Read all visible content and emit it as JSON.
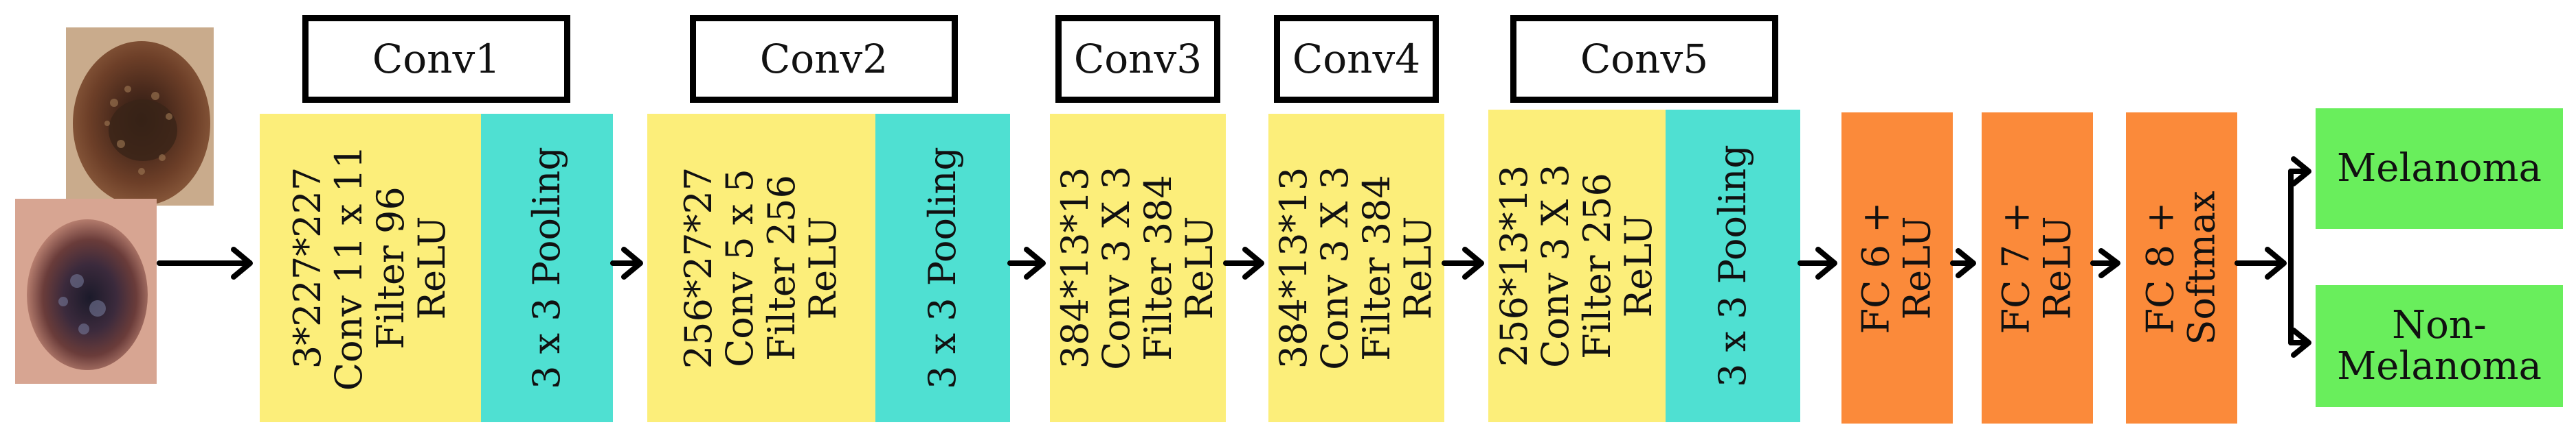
{
  "stages": {
    "conv1": {
      "title": "Conv1",
      "lines": [
        "3*227*227",
        "Conv 11 x 11",
        "Filter 96",
        "ReLU"
      ]
    },
    "pool1": {
      "label": "3 x 3 Pooling"
    },
    "conv2": {
      "title": "Conv2",
      "lines": [
        "256*27*27",
        "Conv 5 x 5",
        "Filter 256",
        "ReLU"
      ]
    },
    "pool2": {
      "label": "3 x 3 Pooling"
    },
    "conv3": {
      "title": "Conv3",
      "lines": [
        "384*13*13",
        "Conv 3 X 3",
        "Filter 384",
        "ReLU"
      ]
    },
    "conv4": {
      "title": "Conv4",
      "lines": [
        "384*13*13",
        "Conv 3 X 3",
        "Filter 384",
        "ReLU"
      ]
    },
    "conv5": {
      "title": "Conv5",
      "lines": [
        "256*13*13",
        "Conv 3 X 3",
        "Filter 256",
        "ReLU"
      ]
    },
    "pool5": {
      "label": "3 x 3 Pooling"
    },
    "fc6": {
      "lines": [
        "FC 6  +",
        "ReLU"
      ]
    },
    "fc7": {
      "lines": [
        "FC 7  +",
        "ReLU"
      ]
    },
    "fc8": {
      "lines": [
        "FC 8  +",
        "Softmax"
      ]
    }
  },
  "outputs": {
    "melanoma": "Melanoma",
    "non_melanoma_1": "Non-",
    "non_melanoma_2": "Melanoma"
  },
  "colors": {
    "conv": "#fcee7a",
    "pool": "#4fe0d2",
    "fc": "#fb8a3a",
    "output": "#69ee5c"
  }
}
